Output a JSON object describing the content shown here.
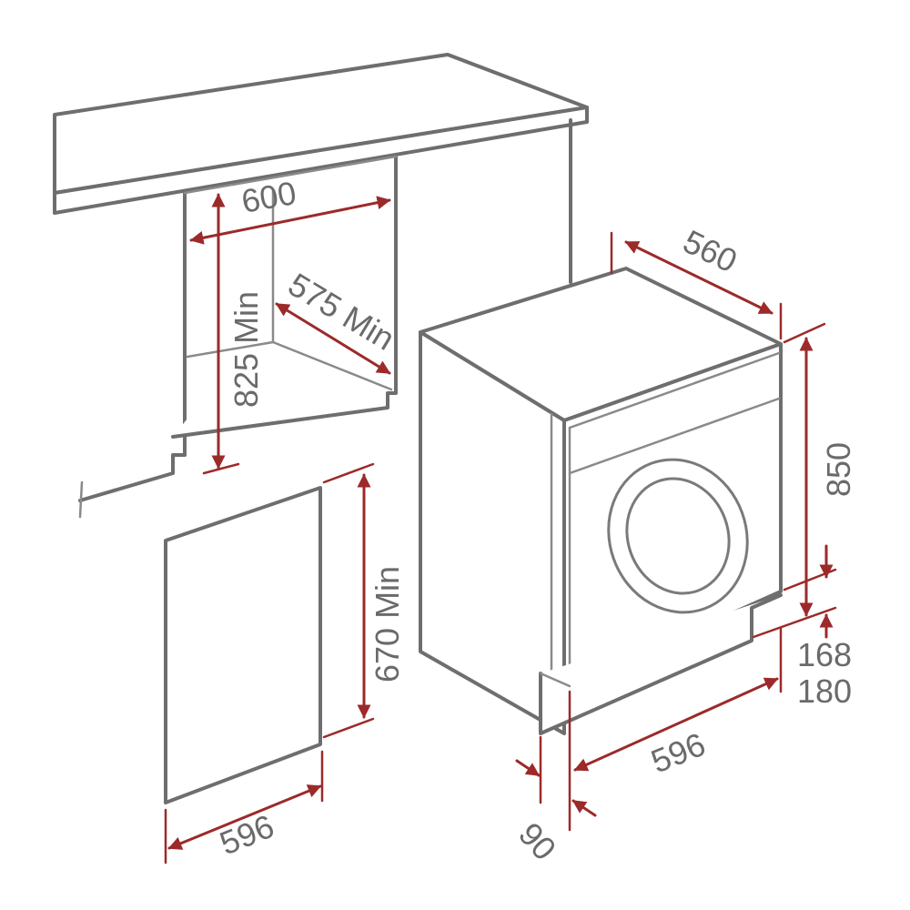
{
  "dimensions": {
    "niche_width": "600",
    "niche_depth": "575 Min",
    "niche_height": "825 Min",
    "panel_height": "670 Min",
    "panel_width": "596",
    "machine_depth": "560",
    "machine_height": "850",
    "plinth_min": "168",
    "plinth_max": "180",
    "machine_width": "596",
    "door_offset": "90"
  },
  "colors": {
    "outline": "#6e6e6e",
    "dimension": "#9c2a2a",
    "label": "#6a6a6a"
  }
}
